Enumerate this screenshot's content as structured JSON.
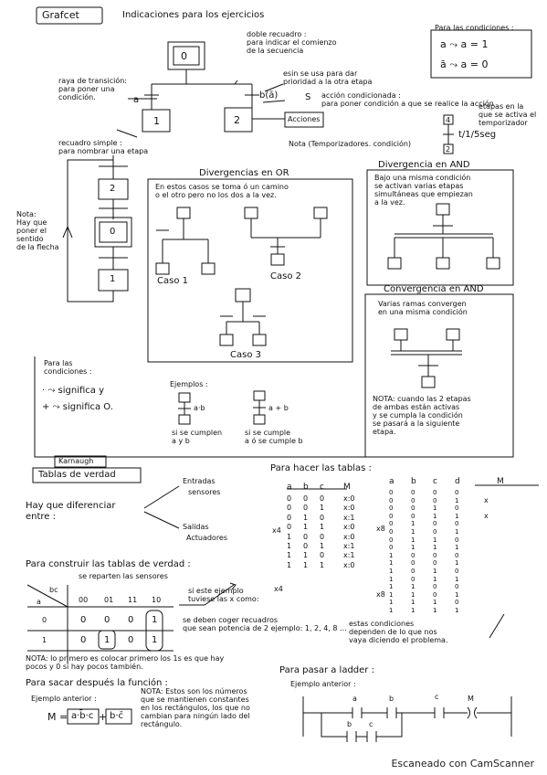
{
  "header": {
    "title": "Grafcet",
    "subtitle": "Indicaciones para los ejercicios"
  },
  "grafcet": {
    "initial_step": "0",
    "initial_note": "doble recuadro :\npara indicar el comienzo\nde la secuencia",
    "transition_note": "raya de transición:\npara poner una\ncondición.",
    "cond_a": "a",
    "cond_b": "b(ā)",
    "step1": "1",
    "step2": "2",
    "simple_note": "recuadro simple :\npara nombrar una etapa",
    "priority_note": "esin se usa para dar\nprioridad a la otra etapa",
    "s_label": "S",
    "action_note": "acción condicionada :\npara poner condición a que se realice la acción",
    "actions_label": "Acciones",
    "temp_note": "etapas en la\nque se activa el\ntemporizador",
    "temp_formula": "Nota (Temporizadores. condición)",
    "temp_value": "t/1/5seg",
    "temp_step4": "4",
    "temp_step2": "2"
  },
  "conditions_box": {
    "title": "Para las condiciones :",
    "line1": "a ⤳ a = 1",
    "line2": "ā ⤳ a = 0"
  },
  "loop": {
    "step2": "2",
    "step0": "0",
    "step1": "1",
    "note": "Nota:\nHay que\nponer el\nsentido\nde la flecha"
  },
  "or_section": {
    "title": "Divergencias en OR",
    "desc": "En estos casos se toma ó un camino\no el otro pero no los dos a la vez.",
    "case1": "Caso 1",
    "case2": "Caso 2",
    "case3": "Caso 3"
  },
  "and_section": {
    "title": "Divergencia en AND",
    "desc": "Bajo una misma condición\nse activan varias etapas\nsimultáneas que empiezan\na la vez."
  },
  "convergence": {
    "title": "Convergencia en AND",
    "desc": "Varias ramas convergen\nen una misma condición",
    "note": "NOTA: cuando las 2 etapas\nde ambas están activas\ny se cumpla la condición\nse pasará a la siguiente\netapa."
  },
  "conditions_meaning": {
    "title": "Para las\ncondiciones :",
    "dot": "· ⤳ significa  y",
    "plus": "+ ⤳ significa  O."
  },
  "examples": {
    "title": "Ejemplos :",
    "ex1_cond": "a·b",
    "ex2_cond": "a + b",
    "ex1_text": "si se cumplen\na y b",
    "ex2_text": "si se cumple\na ó se cumple b"
  },
  "karnaugh": {
    "label": "Karnaugh",
    "truth_title": "Tablas de verdad",
    "item1": "Hay que diferenciar\nentre :",
    "inputs": "Entradas",
    "sensors": "sensores",
    "outputs": "Salidas",
    "actuators": "Actuadores",
    "item2": "Para hacer las tablas :",
    "item3": "Para construir las tablas de verdad :",
    "reparten": "se reparten las sensores",
    "bc": "bc",
    "a": "a",
    "cols": [
      "00",
      "01",
      "11",
      "10"
    ],
    "rows": [
      {
        "a": "0",
        "cells": [
          "0",
          "0",
          "0",
          "1"
        ]
      },
      {
        "a": "1",
        "cells": [
          "0",
          "1",
          "0",
          "1"
        ]
      }
    ],
    "example_note": "si este ejemplo\ntuviese las x como:",
    "group_note": "se deben coger recuadros\nque sean potencia de 2  ejemplo: 1, 2, 4, 8 ...",
    "bottom_note": "NOTA: lo primero es colocar primero los 1s es que hay\npocos y 0 si hay pocos también.",
    "x4": "x4",
    "x8": "x8",
    "x8b": "x8"
  },
  "table3": {
    "headers": [
      "a",
      "b",
      "c",
      "M"
    ],
    "rows": [
      [
        "0",
        "0",
        "0",
        "x:0"
      ],
      [
        "0",
        "0",
        "1",
        "x:0"
      ],
      [
        "0",
        "1",
        "0",
        "x:1"
      ],
      [
        "0",
        "1",
        "1",
        "x:0"
      ],
      [
        "1",
        "0",
        "0",
        "x:0"
      ],
      [
        "1",
        "0",
        "1",
        "x:1"
      ],
      [
        "1",
        "1",
        "0",
        "x:1"
      ],
      [
        "1",
        "1",
        "1",
        "x:0"
      ]
    ]
  },
  "table4": {
    "headers": [
      "a",
      "b",
      "c",
      "d",
      "M"
    ],
    "bits": [
      [
        "0",
        "0",
        "0",
        "0"
      ],
      [
        "0",
        "0",
        "0",
        "1"
      ],
      [
        "0",
        "0",
        "1",
        "0"
      ],
      [
        "0",
        "0",
        "1",
        "1"
      ],
      [
        "0",
        "1",
        "0",
        "0"
      ],
      [
        "0",
        "1",
        "0",
        "1"
      ],
      [
        "0",
        "1",
        "1",
        "0"
      ],
      [
        "0",
        "1",
        "1",
        "1"
      ],
      [
        "1",
        "0",
        "0",
        "0"
      ],
      [
        "1",
        "0",
        "0",
        "1"
      ],
      [
        "1",
        "0",
        "1",
        "0"
      ],
      [
        "1",
        "0",
        "1",
        "1"
      ],
      [
        "1",
        "1",
        "0",
        "0"
      ],
      [
        "1",
        "1",
        "0",
        "1"
      ],
      [
        "1",
        "1",
        "1",
        "0"
      ],
      [
        "1",
        "1",
        "1",
        "1"
      ]
    ],
    "marks": [
      "x",
      "x"
    ],
    "note": "estas condiciones\ndependen de lo que nos\nvaya diciendo el problema."
  },
  "function_section": {
    "item4": "Para sacar después la función :",
    "example": "Ejemplo anterior :",
    "formula_M": "M =",
    "term1": "a·b̄·c",
    "plus": "+",
    "term2": "b·c̄",
    "note": "NOTA: Estos son los números\nque se mantienen constantes\nen los rectángulos, los que no\ncambian para ningún lado del\nrectángulo."
  },
  "ladder_section": {
    "item5": "Para pasar a ladder :",
    "example": "Ejemplo anterior :",
    "a": "a",
    "b": "b",
    "c": "c",
    "b2": "b",
    "c2": "c",
    "M": "M"
  },
  "footer": "Escaneado con CamScanner"
}
